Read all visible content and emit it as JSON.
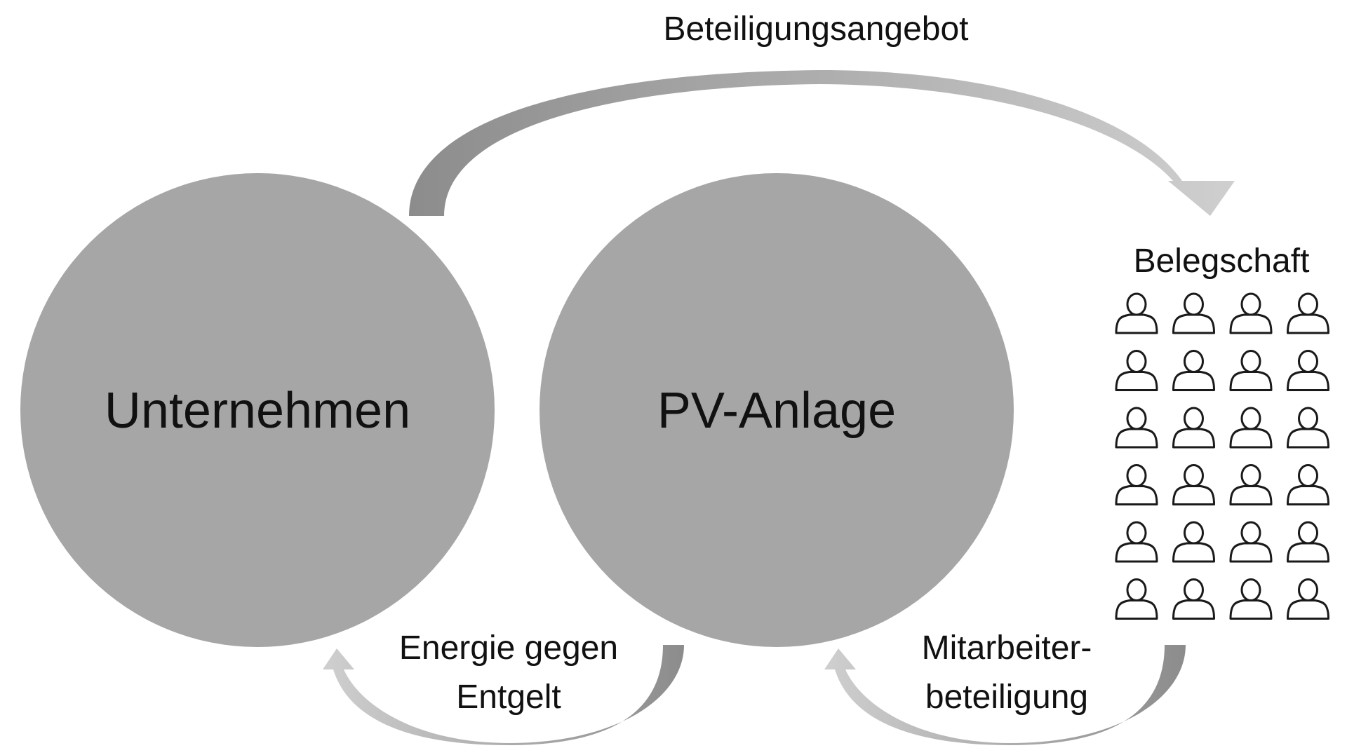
{
  "nodes": {
    "company": "Unternehmen",
    "pv_plant": "PV-Anlage",
    "workforce": "Belegschaft"
  },
  "flows": {
    "participation_offer": "Beteiligungsangebot",
    "energy_line1": "Energie gegen",
    "energy_line2": "Entgelt",
    "employee_line1": "Mitarbeiter-",
    "employee_line2": "beteiligung"
  },
  "workforce_grid": {
    "rows": 6,
    "columns": 4
  },
  "colors": {
    "circle_fill": "#a6a6a6",
    "arrow_dark": "#8c8c8c",
    "arrow_light": "#cfcfcf",
    "person_stroke": "#1a1a1a",
    "text": "#111111"
  },
  "icons": {
    "person": "person-outline-icon"
  }
}
